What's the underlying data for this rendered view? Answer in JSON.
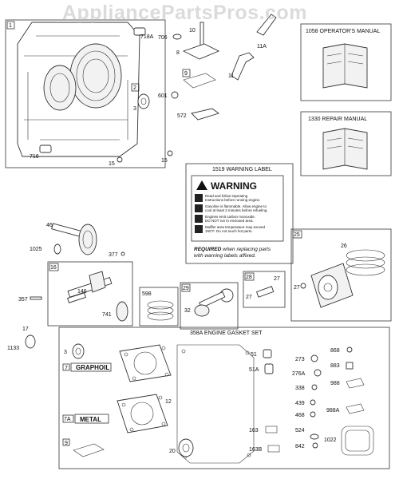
{
  "watermark": "AppliancePartsPros.com",
  "manuals": {
    "operators": "1058 OPERATOR'S MANUAL",
    "repair": "1330 REPAIR MANUAL"
  },
  "warning_label": {
    "title": "1519 WARNING LABEL",
    "heading": "WARNING",
    "lines": [
      "Read and follow Operating",
      "Instructions before running engine.",
      "Gasoline is flammable. Allow engine to",
      "cool at least 2 minutes before refueling.",
      "Engines emit carbon monoxide,",
      "DO NOT run in enclosed area.",
      "Muffler area temperature may exceed",
      "150°F. Do not touch hot parts."
    ],
    "required_bold": "REQUIRED",
    "required_rest": " when replacing parts",
    "required_line2": "with warning labels affixed."
  },
  "gasket_set": {
    "title": "358A ENGINE GASKET SET",
    "graphoil_num": "7",
    "graphoil": "GRAPHOIL",
    "metal_num": "7A",
    "metal": "METAL"
  },
  "boxes": {
    "b1": "1",
    "b2": "2",
    "b9": "9",
    "b16": "16",
    "b598": "598",
    "b29": "29",
    "b28": "28",
    "b25": "25",
    "b9g": "9"
  },
  "labels": {
    "l718A": "718A",
    "l3a": "3",
    "l716": "716",
    "l15a": "15",
    "l15b": "15",
    "l706": "706",
    "l10": "10",
    "l8": "8",
    "l601": "601",
    "l572": "572",
    "l11A": "11A",
    "l11": "11",
    "l46": "46",
    "l1025": "1025",
    "l377": "377",
    "l357": "357",
    "l146": "146",
    "l741": "741",
    "l17": "17",
    "l1133": "1133",
    "l32": "32",
    "l27a": "27",
    "l27b": "27",
    "l26": "26",
    "l27c": "27",
    "l3b": "3",
    "l12": "12",
    "l20": "20",
    "l51": "51",
    "l51A": "51A",
    "l163": "163",
    "l163B": "163B",
    "l273": "273",
    "l276A": "276A",
    "l338": "338",
    "l439": "439",
    "l468": "468",
    "l524": "524",
    "l842": "842",
    "l868": "868",
    "l883": "883",
    "l988": "988",
    "l988A": "988A",
    "l1022": "1022"
  }
}
